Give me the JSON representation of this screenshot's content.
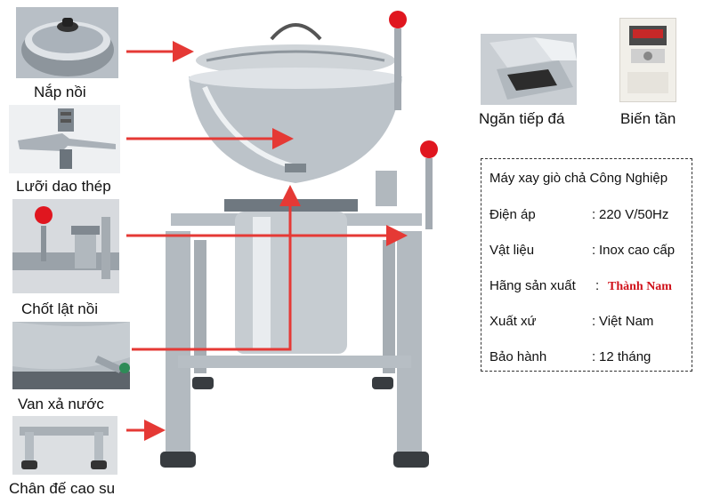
{
  "parts": [
    {
      "id": "lid",
      "label": "Nắp nồi",
      "icon": "pot-lid-icon"
    },
    {
      "id": "blade",
      "label": "Lưỡi dao thép",
      "icon": "steel-blade-icon"
    },
    {
      "id": "latch",
      "label": "Chốt lật nồi",
      "icon": "tilt-latch-icon"
    },
    {
      "id": "valve",
      "label": "Van xả nước",
      "icon": "drain-valve-icon"
    },
    {
      "id": "feet",
      "label": "Chân đế cao su",
      "icon": "rubber-feet-icon"
    }
  ],
  "accessories": [
    {
      "id": "ice",
      "label": "Ngăn tiếp đá",
      "icon": "ice-feeder-icon"
    },
    {
      "id": "inverter",
      "label": "Biến tần",
      "icon": "inverter-icon"
    }
  ],
  "specs": {
    "title": "Máy xay giò chả Công Nghiệp",
    "rows": [
      {
        "key": "Điện áp",
        "sep": ":",
        "value": "220 V/50Hz"
      },
      {
        "key": "Vật liệu",
        "sep": ":",
        "value": "Inox cao cấp"
      },
      {
        "key": "Hãng sản xuất",
        "sep": ":",
        "value": "Thành Nam"
      },
      {
        "key": "Xuất xứ",
        "sep": ":",
        "value": "Việt Nam"
      },
      {
        "key": "Bảo hành",
        "sep": ":",
        "value": "12 tháng"
      }
    ]
  },
  "colors": {
    "arrow": "#e53935",
    "brand": "#d0121b",
    "steel": "#c9ced3",
    "knob": "#e0161f"
  }
}
